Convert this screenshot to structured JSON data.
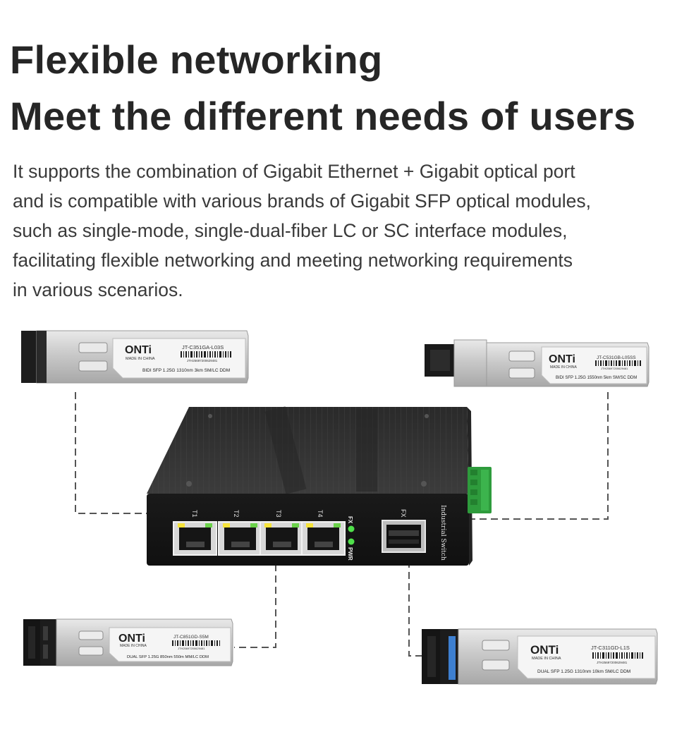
{
  "headline": {
    "line1": "Flexible networking",
    "line2": "Meet the different needs of users"
  },
  "description": {
    "lines": [
      "It supports the combination of Gigabit Ethernet + Gigabit optical port",
      "and is compatible with various brands of Gigabit SFP optical modules,",
      "such as single-mode, single-dual-fiber LC or SC interface modules,",
      "facilitating flexible networking and meeting networking requirements",
      "in various scenarios."
    ]
  },
  "modules": [
    {
      "brand": "ONTi",
      "origin": "MADE IN CHINA",
      "model": "JT-C351GA-L03S",
      "serial": "JTH25697200629481",
      "spec": "BIDI  SFP  1.25G 1310nm 3km SM/LC  DDM",
      "latch_color": "#3d7fd0"
    },
    {
      "brand": "ONTi",
      "origin": "MADE IN CHINA",
      "model": "JT-C531GB-L05SS",
      "serial": "JTH25697200629481",
      "spec": "BIDI  SFP  1.25G 1550nm 5km SM/SC  DDM",
      "latch_color": "#f2ea3a"
    },
    {
      "brand": "ONTi",
      "origin": "MADE IN CHINA",
      "model": "JT-C851GD-S5M",
      "serial": "JTH25697200629481",
      "spec": "DUAL  SFP  1.25G  850nm  550m MM/LC  DDM",
      "latch_color": "#1c1c1c"
    },
    {
      "brand": "ONTi",
      "origin": "MADE IN CHINA",
      "model": "JT-C311GD-L1S",
      "serial": "JTH25697200629481",
      "spec": "DUAL  SFP  1.25G  1310nm 10km SM/LC  DDM",
      "latch_color": "#3d7fd0"
    }
  ],
  "switch": {
    "port_labels": [
      "T1",
      "T2",
      "T3",
      "T4"
    ],
    "fx_label": "FX",
    "pwr_label": "PWR",
    "sfp_label": "FX",
    "side_label": "Industrial Switch"
  }
}
